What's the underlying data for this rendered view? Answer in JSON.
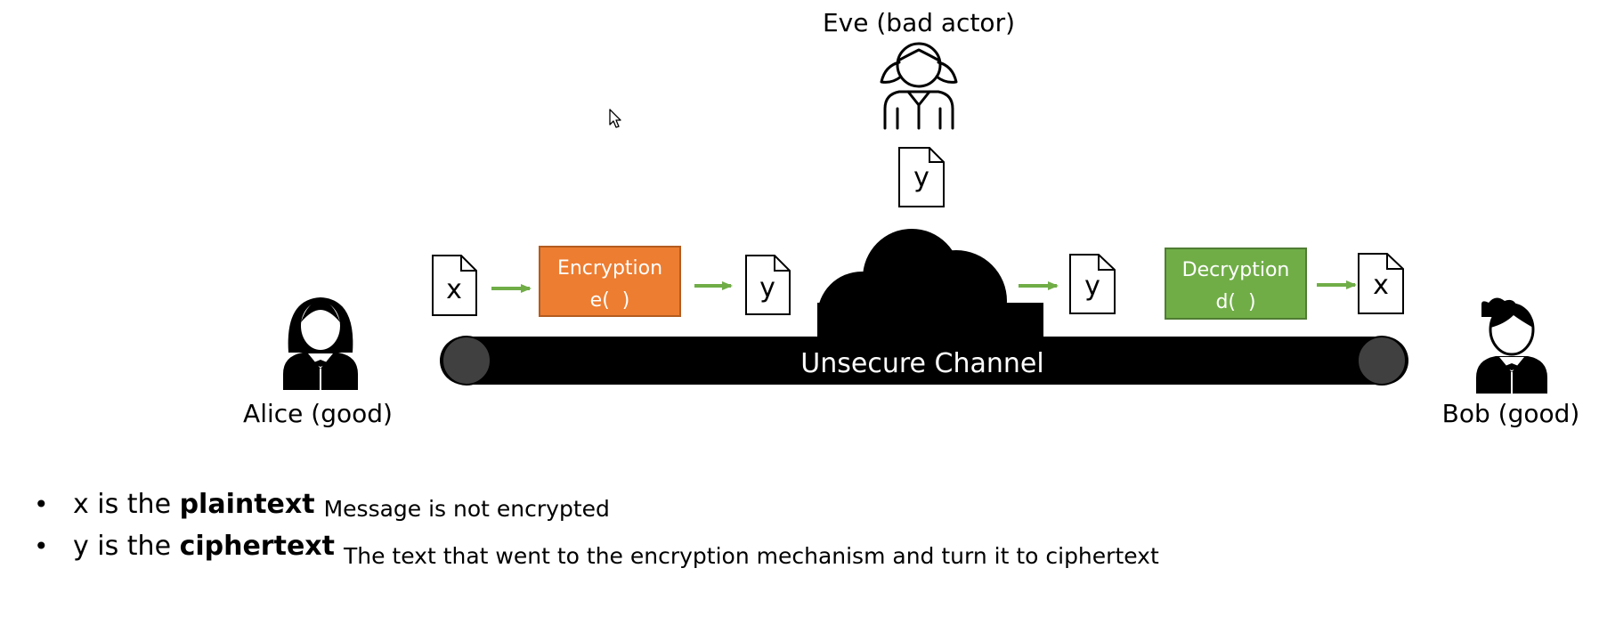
{
  "actors": {
    "eve": {
      "label": "Eve (bad actor)"
    },
    "alice": {
      "label": "Alice (good)"
    },
    "bob": {
      "label": "Bob (good)"
    }
  },
  "channel": {
    "label": "Unsecure Channel"
  },
  "documents": {
    "alice_plaintext": "x",
    "after_encryption": "y",
    "intercepted": "y",
    "after_channel": "y",
    "bob_plaintext": "x"
  },
  "encryption": {
    "title": "Encryption",
    "function": "e(  )",
    "color": "#ED7D31"
  },
  "decryption": {
    "title": "Decryption",
    "function": "d(  )",
    "color": "#70AD47"
  },
  "arrow_color": "#70AD47",
  "bullets": [
    {
      "lead": "x is the ",
      "term": "plaintext",
      "description": "Message is not encrypted"
    },
    {
      "lead": "y is the ",
      "term": "ciphertext",
      "description": "The text that went to the encryption mechanism and turn it to ciphertext"
    }
  ]
}
